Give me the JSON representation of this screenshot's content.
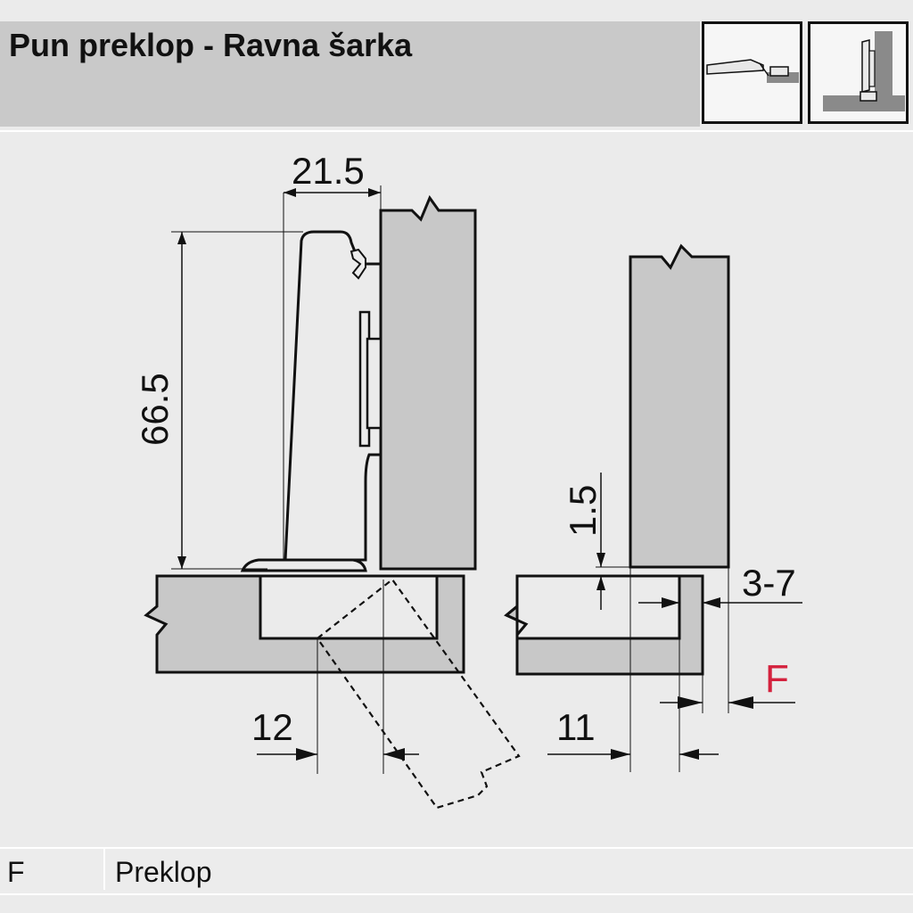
{
  "header": {
    "title": "Pun preklop - Ravna šarka"
  },
  "thumbnails": [
    {
      "name": "hinge-closed-thumbnail-icon"
    },
    {
      "name": "hinge-open-thumbnail-icon"
    }
  ],
  "dimensions": {
    "cup_offset": "21.5",
    "hinge_height": "66.5",
    "door_gap": "1.5",
    "edge_distance": "3-7",
    "cup_distance": "12",
    "side_distance": "11",
    "overlay_marker": "F"
  },
  "legend": {
    "key": "F",
    "description": "Preklop"
  },
  "colors": {
    "accent": "#d4213d",
    "panel": "#c8c8c8",
    "line": "#111111",
    "background": "#ebebeb"
  }
}
